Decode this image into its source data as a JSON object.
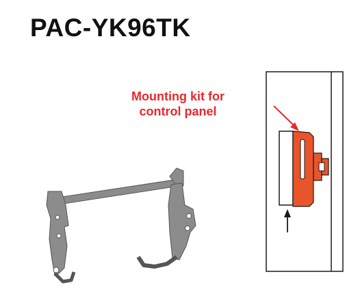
{
  "title": "PAC-YK96TK",
  "callout": {
    "line1": "Mounting kit for",
    "line2": "control panel"
  },
  "colors": {
    "title": "#111111",
    "callout": "#e8282b",
    "kit_fill": "#e8552a",
    "bracket": "#8c8c8c",
    "wall_stroke": "#1a1a1a"
  }
}
